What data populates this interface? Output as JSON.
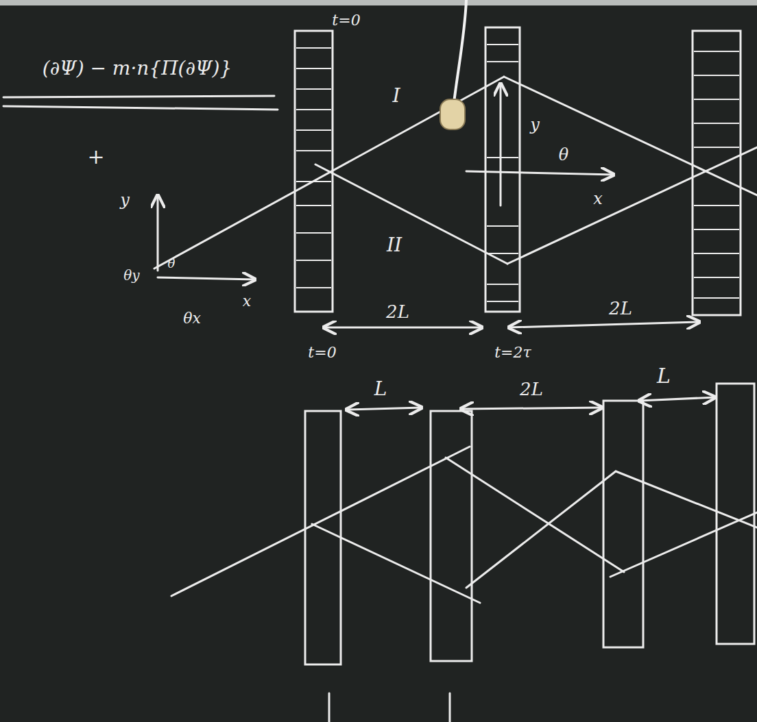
{
  "diagram": {
    "labels": [
      "(∂Ψ) − m·n{Π(∂Ψ)}",
      "t=0",
      "I",
      "y",
      "θ",
      "x",
      "+",
      "y",
      "θy",
      "θ",
      "x",
      "θx",
      "II",
      "2L",
      "2L",
      "t=0",
      "t=2τ",
      "L",
      "2L",
      "L"
    ]
  }
}
